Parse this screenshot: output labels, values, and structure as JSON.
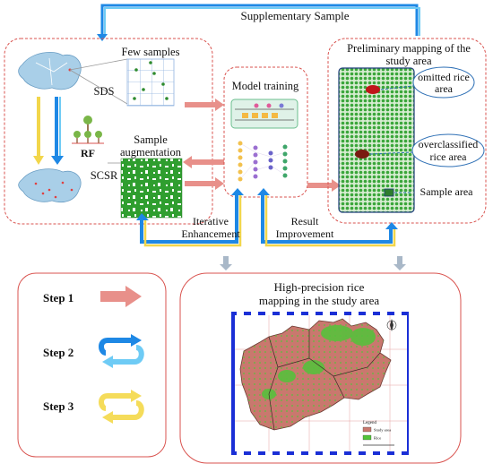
{
  "top": {
    "supplementary_sample": "Supplementary Sample"
  },
  "left_panel": {
    "few_samples": "Few samples",
    "sds": "SDS",
    "rf": "RF",
    "sample_augmentation_line1": "Sample",
    "sample_augmentation_line2": "augmentation",
    "scsr": "SCSR"
  },
  "middle_panel": {
    "model_training": "Model training"
  },
  "right_panel": {
    "title_line1": "Preliminary mapping of the",
    "title_line2": "study area",
    "omitted_line1": "omitted rice",
    "omitted_line2": "area",
    "overclassified_line1": "overclassified",
    "overclassified_line2": "rice area",
    "sample_area": "Sample area"
  },
  "flow": {
    "iterative_line1": "Iterative",
    "iterative_line2": "Enhancement",
    "result_line1": "Result",
    "result_line2": "Improvement"
  },
  "legend_steps": [
    "Step 1",
    "Step 2",
    "Step 3"
  ],
  "bottom_panel": {
    "title_line1": "High-precision rice",
    "title_line2": "mapping in the study area",
    "map_legend_title": "Legend",
    "map_legend_items": [
      "Study area",
      "Rice"
    ]
  },
  "colors": {
    "step1": "#e8908a",
    "step2_dark": "#1e88e5",
    "step2_light": "#6ecbf5",
    "step3": "#f5dc5a",
    "panel_border": "#d9534f",
    "rice_green": "#3fb83f",
    "study_area": "#c9786e"
  }
}
